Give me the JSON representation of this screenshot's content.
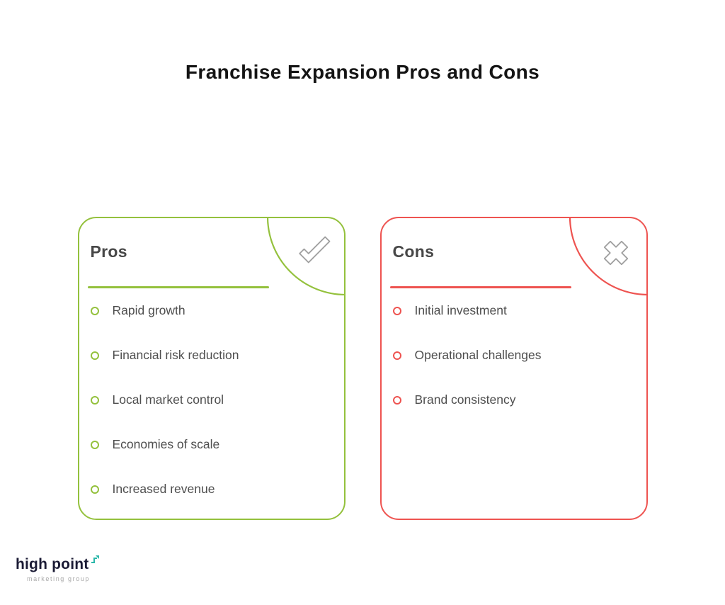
{
  "title": "Franchise Expansion Pros and Cons",
  "pros_card": {
    "header": "Pros",
    "corner_icon": "check-icon",
    "accent_color": "#94c13d",
    "items": [
      "Rapid growth",
      "Financial risk reduction",
      "Local market control",
      "Economies of scale",
      "Increased revenue"
    ]
  },
  "cons_card": {
    "header": "Cons",
    "corner_icon": "x-icon",
    "accent_color": "#ee5350",
    "items": [
      "Initial investment",
      "Operational challenges",
      "Brand consistency"
    ]
  },
  "icon_color": "#9e9e9e",
  "logo": {
    "name": "high point",
    "tagline": "marketing group",
    "arrow_color": "#2ab7a9"
  }
}
